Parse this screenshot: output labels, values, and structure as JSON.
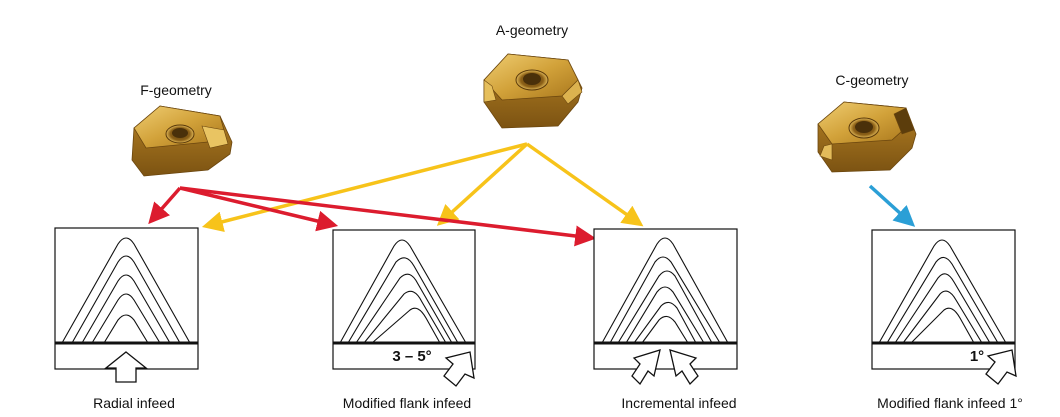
{
  "colors": {
    "f_geometry": "#dc1c2e",
    "a_geometry": "#f7c31a",
    "c_geometry": "#2b9fd6",
    "insert_gold": "#c8962a",
    "insert_dark": "#8a5f14",
    "insert_light": "#e8c263"
  },
  "geometries": [
    {
      "id": "f",
      "label": "F-geometry",
      "icon": "f-geometry-insert-icon"
    },
    {
      "id": "a",
      "label": "A-geometry",
      "icon": "a-geometry-insert-icon"
    },
    {
      "id": "c",
      "label": "C-geometry",
      "icon": "c-geometry-insert-icon"
    }
  ],
  "infeed_methods": [
    {
      "id": "radial",
      "label": "Radial infeed",
      "angle_label": "",
      "arrow": "radial-infeed-arrow-icon"
    },
    {
      "id": "modified-flank",
      "label": "Modified flank infeed",
      "angle_label": "3 – 5°",
      "arrow": "flank-infeed-arrow-icon"
    },
    {
      "id": "incremental",
      "label": "Incremental infeed",
      "angle_label": "",
      "arrow": "alternating-infeed-arrows-icon"
    },
    {
      "id": "modified-flank-1",
      "label": "Modified flank infeed 1°",
      "angle_label": "1°",
      "arrow": "flank-infeed-arrow-icon"
    }
  ],
  "connections": [
    {
      "from": "f",
      "to": "radial"
    },
    {
      "from": "f",
      "to": "modified-flank"
    },
    {
      "from": "f",
      "to": "incremental"
    },
    {
      "from": "a",
      "to": "radial"
    },
    {
      "from": "a",
      "to": "modified-flank"
    },
    {
      "from": "a",
      "to": "incremental"
    },
    {
      "from": "c",
      "to": "modified-flank-1"
    }
  ]
}
